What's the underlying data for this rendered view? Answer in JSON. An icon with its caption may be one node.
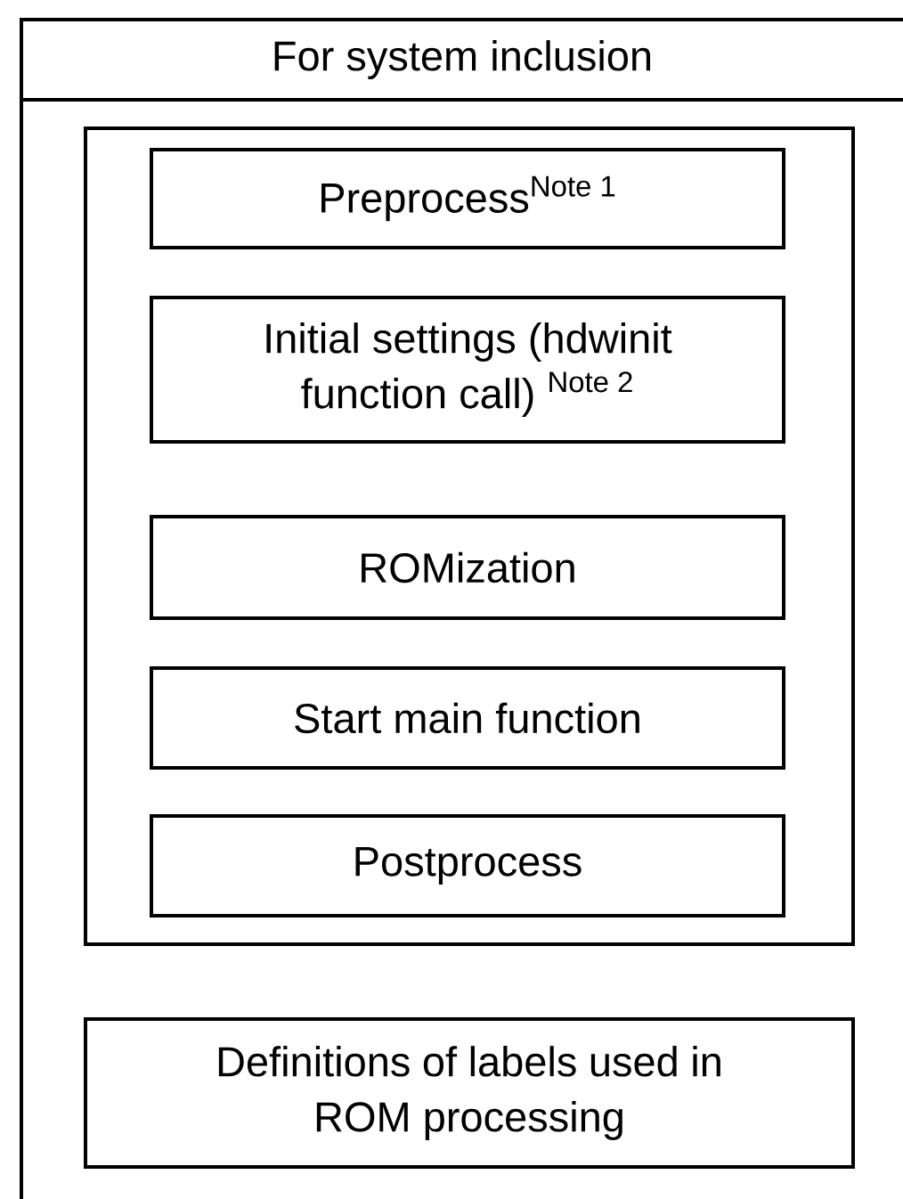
{
  "diagram": {
    "nodes": [
      {
        "text": [
          "For system inclusion"
        ]
      },
      {
        "text": [],
        "shape": "box",
        "in": 0
      },
      {
        "text": [
          "Preprocess$^{Note 1}$"
        ],
        "in": 1
      },
      {
        "text": [
          "Initial settings (hdwinit function call) $^{Note 2}$"
        ],
        "in": 1
      },
      {
        "text": [
          "ROMization"
        ],
        "in": 1
      },
      {
        "text": [
          "Start main function"
        ],
        "in": 1
      },
      {
        "text": [
          "Postprocess"
        ],
        "in": 1
      },
      {
        "text": [
          "Definitions of labels used in ROM processing"
        ],
        "in": 0
      }
    ]
  }
}
